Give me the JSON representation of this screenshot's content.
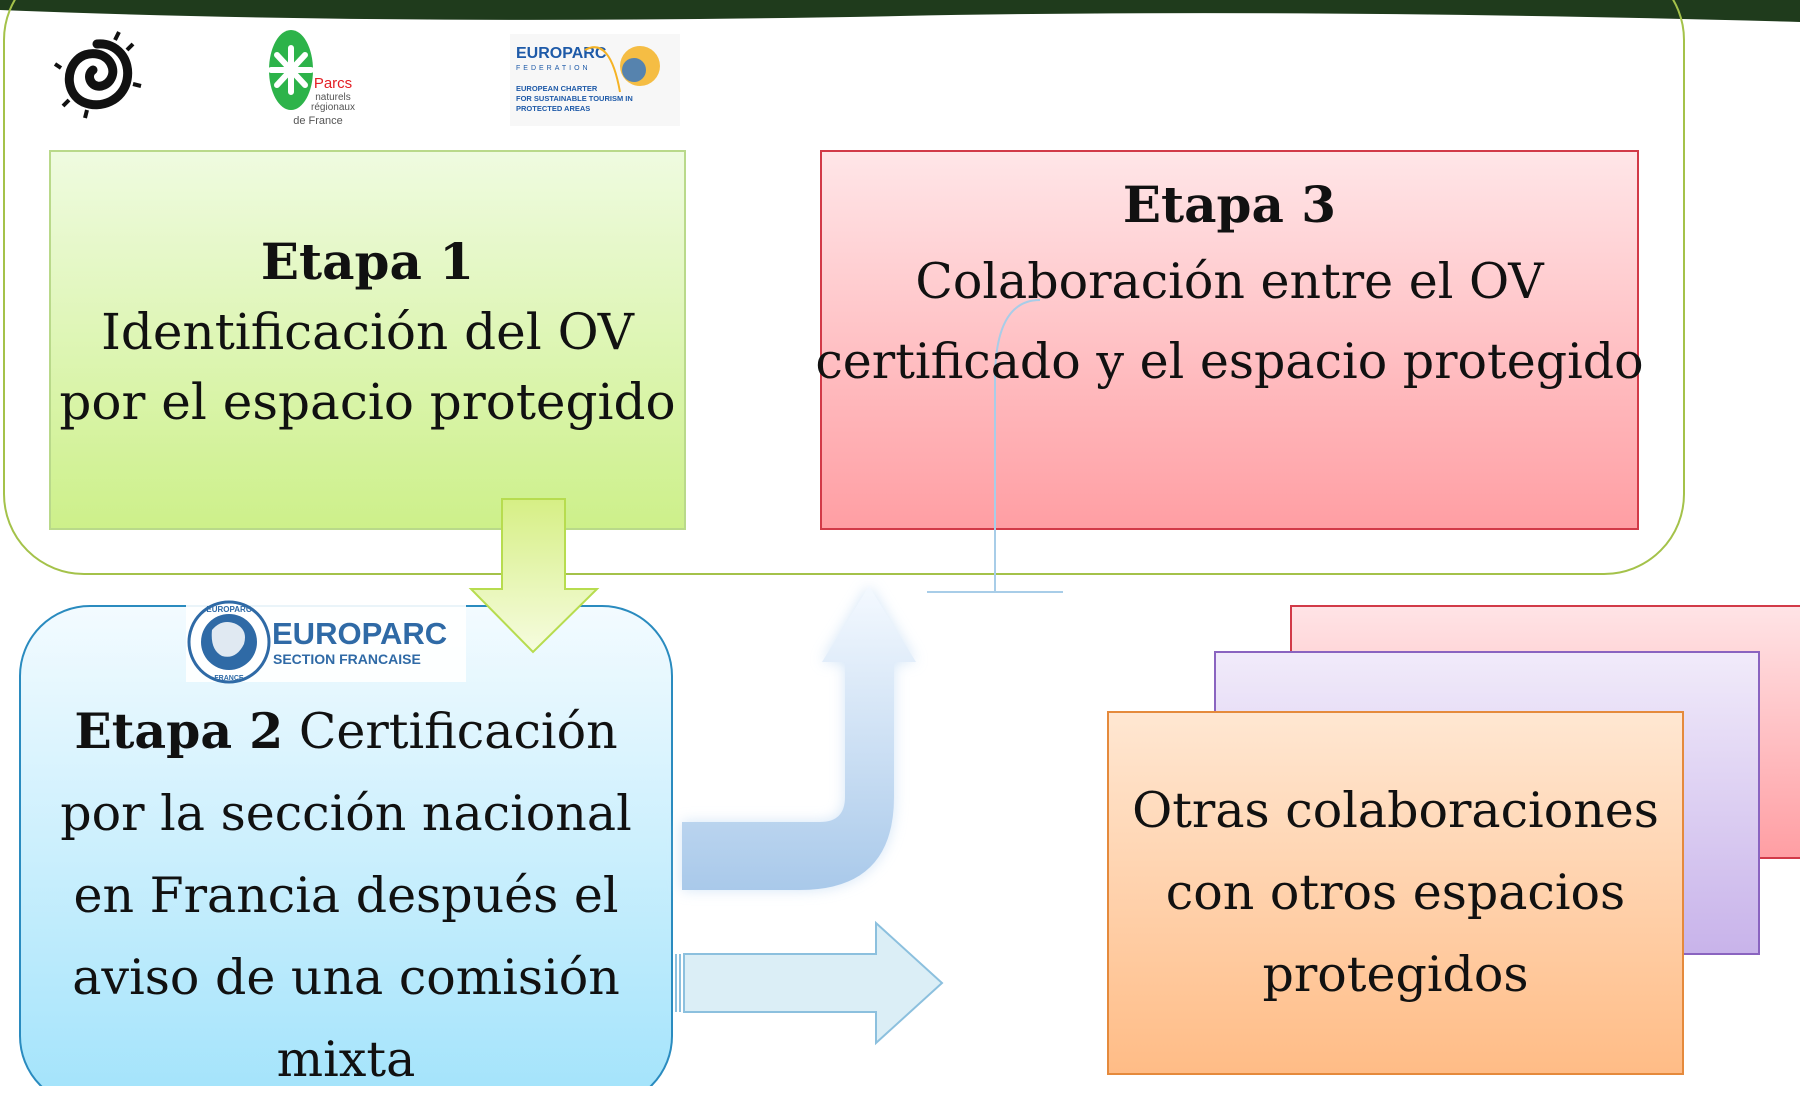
{
  "colors": {
    "top_band": "#1f3b1c",
    "group_border": "#a4c24a",
    "etapa1_fill_top": "#effbe0",
    "etapa1_fill_bottom": "#cdf08a",
    "etapa3_fill_top": "#ffe6e8",
    "etapa3_fill_bottom": "#ff9ea3",
    "etapa2_fill_top": "#f3fbff",
    "etapa2_fill_bottom": "#a2e3fb",
    "otras_fill_top": "#ffe7d2",
    "otras_fill_bottom": "#ffbc86",
    "arrow_green": "#c3e85a",
    "arrow_blue": "#9fc3e6"
  },
  "logos": {
    "parcs": [
      "Parcs",
      "naturels",
      "régionaux",
      "de France"
    ],
    "europarc_federation": {
      "name": "EUROPARC",
      "sub": "FEDERATION",
      "charter": [
        "EUROPEAN CHARTER",
        "FOR SUSTAINABLE TOURISM IN",
        "PROTECTED AREAS"
      ]
    },
    "europarc_section": {
      "name": "EUROPARC",
      "sub": "SECTION FRANCAISE",
      "ring_top": "EUROPARC",
      "ring_bottom": "FRANCE"
    }
  },
  "etapa1": {
    "title": "Etapa 1",
    "lines": [
      "Identificación del OV",
      "por el espacio protegido"
    ]
  },
  "etapa2": {
    "title": "Etapa 2",
    "line1_rest": " Certificación",
    "lines": [
      "por la sección nacional",
      "en Francia después el",
      "aviso de una comisión",
      "mixta"
    ]
  },
  "etapa3": {
    "title": "Etapa 3",
    "lines": [
      "Colaboración entre el OV",
      "certificado y el espacio protegido"
    ]
  },
  "otras": {
    "lines": [
      "Otras colaboraciones",
      "con otros espacios",
      "protegidos"
    ]
  }
}
